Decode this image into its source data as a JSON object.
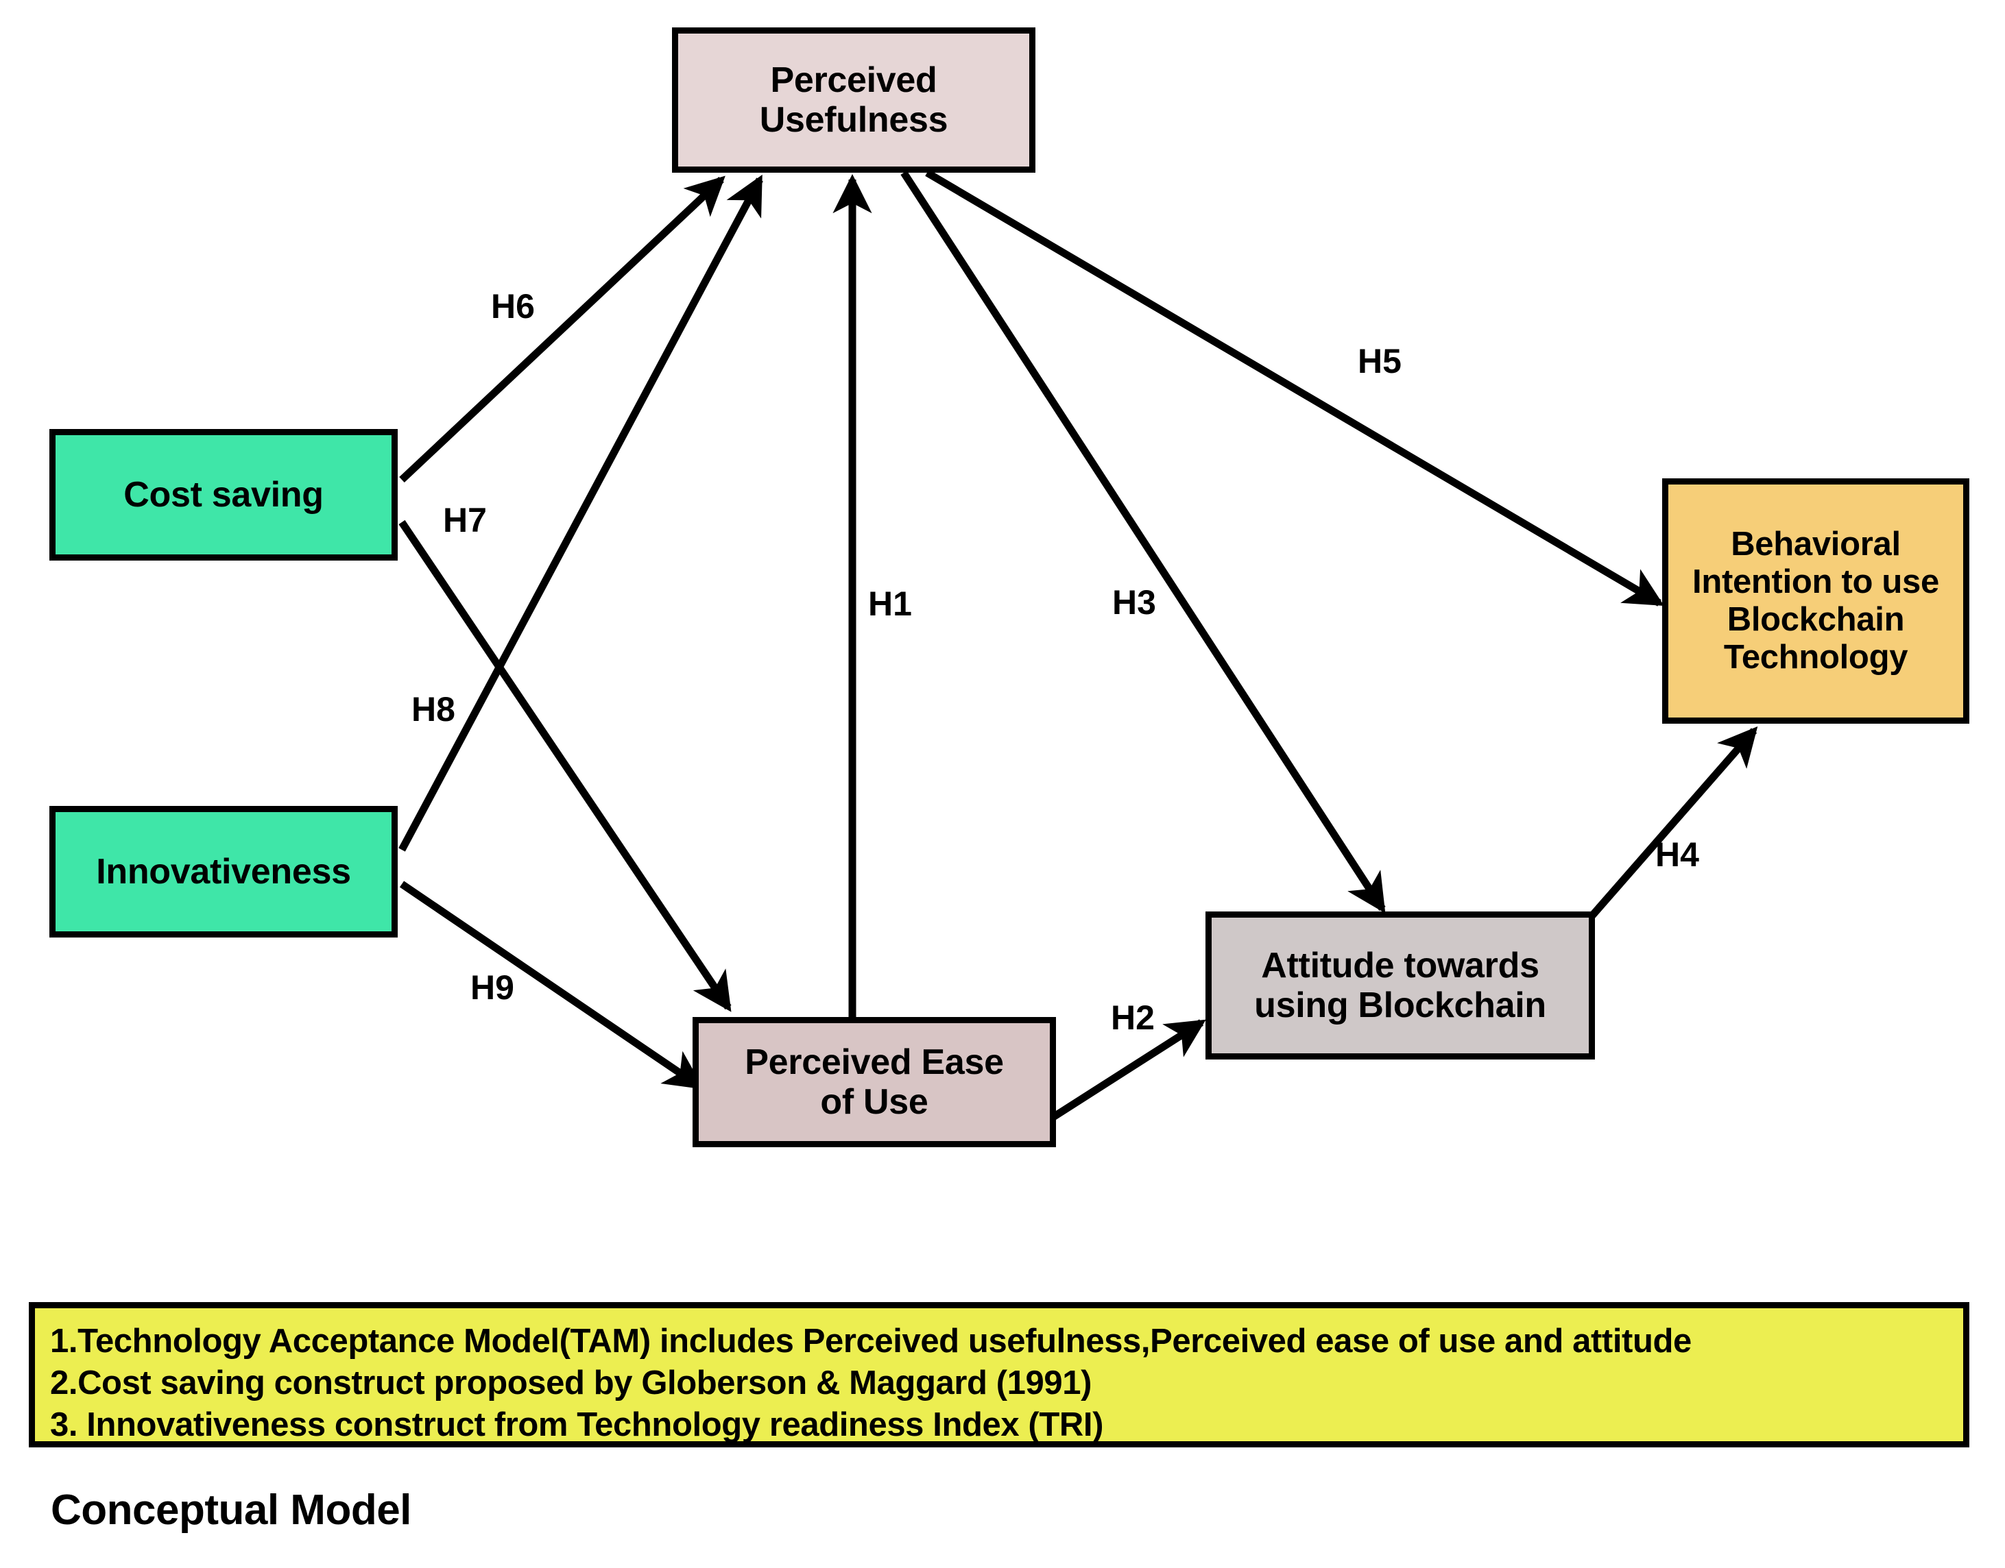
{
  "figure": {
    "caption": "Conceptual Model",
    "background": "#FFFFFF"
  },
  "colors": {
    "perceived_usefulness": "#E6D6D6",
    "perceived_ease_of_use": "#D8C5C5",
    "cost_saving": "#3FE6A8",
    "innovativeness": "#3FE6A8",
    "attitude": "#CFC8C8",
    "behavioral_intention": "#F6CE78",
    "note_box": "#ECEE51",
    "stroke": "#000000"
  },
  "nodes": {
    "perceived_usefulness": {
      "label": "Perceived\nUsefulness",
      "line1": "Perceived",
      "line2": "Usefulness"
    },
    "cost_saving": {
      "label": "Cost saving"
    },
    "innovativeness": {
      "label": "Innovativeness"
    },
    "perceived_ease_of_use": {
      "label": "Perceived Ease\nof Use",
      "line1": "Perceived Ease",
      "line2": "of Use"
    },
    "attitude": {
      "label": "Attitude towards\nusing Blockchain",
      "line1": "Attitude towards",
      "line2": "using Blockchain"
    },
    "behavioral_intention": {
      "label": "Behavioral Intention to use Blockchain Technology",
      "line1": "Behavioral",
      "line2": "Intention to use",
      "line3": "Blockchain",
      "line4": "Technology"
    }
  },
  "hypotheses": [
    {
      "id": "H1",
      "label": "H1",
      "from": "Perceived Ease of Use",
      "to": "Perceived Usefulness"
    },
    {
      "id": "H2",
      "label": "H2",
      "from": "Perceived Ease of Use",
      "to": "Attitude towards using Blockchain"
    },
    {
      "id": "H3",
      "label": "H3",
      "from": "Perceived Usefulness",
      "to": "Attitude towards using Blockchain"
    },
    {
      "id": "H4",
      "label": "H4",
      "from": "Attitude towards using Blockchain",
      "to": "Behavioral Intention to use Blockchain Technology"
    },
    {
      "id": "H5",
      "label": "H5",
      "from": "Perceived Usefulness",
      "to": "Behavioral Intention to use Blockchain Technology"
    },
    {
      "id": "H6",
      "label": "H6",
      "from": "Cost saving",
      "to": "Perceived Usefulness"
    },
    {
      "id": "H7",
      "label": "H7",
      "from": "Cost saving",
      "to": "Perceived Ease of Use"
    },
    {
      "id": "H8",
      "label": "H8",
      "from": "Innovativeness",
      "to": "Perceived Usefulness"
    },
    {
      "id": "H9",
      "label": "H9",
      "from": "Innovativeness",
      "to": "Perceived Ease of Use"
    }
  ],
  "notes": {
    "line1": "1.Technology Acceptance Model(TAM) includes Perceived usefulness,Perceived ease of use and attitude",
    "line2": "2.Cost saving construct proposed by Globerson & Maggard (1991)",
    "line3": "3. Innovativeness construct from Technology readiness Index (TRI)"
  }
}
